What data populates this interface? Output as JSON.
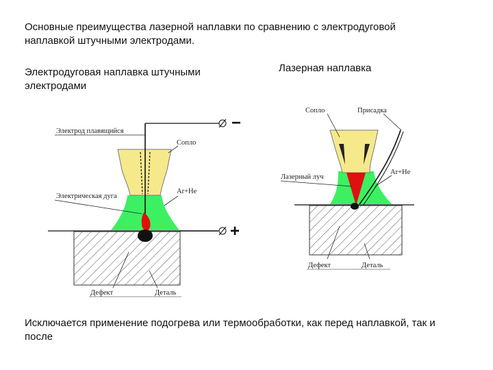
{
  "title": "Основные преимущества лазерной наплавки по сравнению с электродуговой наплавкой штучными электродами.",
  "left_heading": "Электродуговая наплавка штучными электродами",
  "right_heading": "Лазерная наплавка",
  "footer": "Исключается применение подогрева или термообработки, как перед наплавкой, так и после",
  "left_diagram": {
    "electrode_label": "Электрод плавящийся",
    "nozzle_label": "Сопло",
    "gas_label": "Ar+He",
    "arc_label": "Электрическая дуга",
    "defect_label": "Дефект",
    "part_label": "Деталь",
    "minus_sign": "−",
    "plus_sign": "+"
  },
  "right_diagram": {
    "nozzle_label": "Сопло",
    "filler_label": "Присадка",
    "gas_label": "Ar+He",
    "beam_label": "Лазерный луч",
    "defect_label": "Дефект",
    "part_label": "Деталь"
  },
  "colors": {
    "nozzle": "#f5e98c",
    "gas": "#3cf062",
    "arc": "#e01010",
    "hatch": "#555555"
  }
}
